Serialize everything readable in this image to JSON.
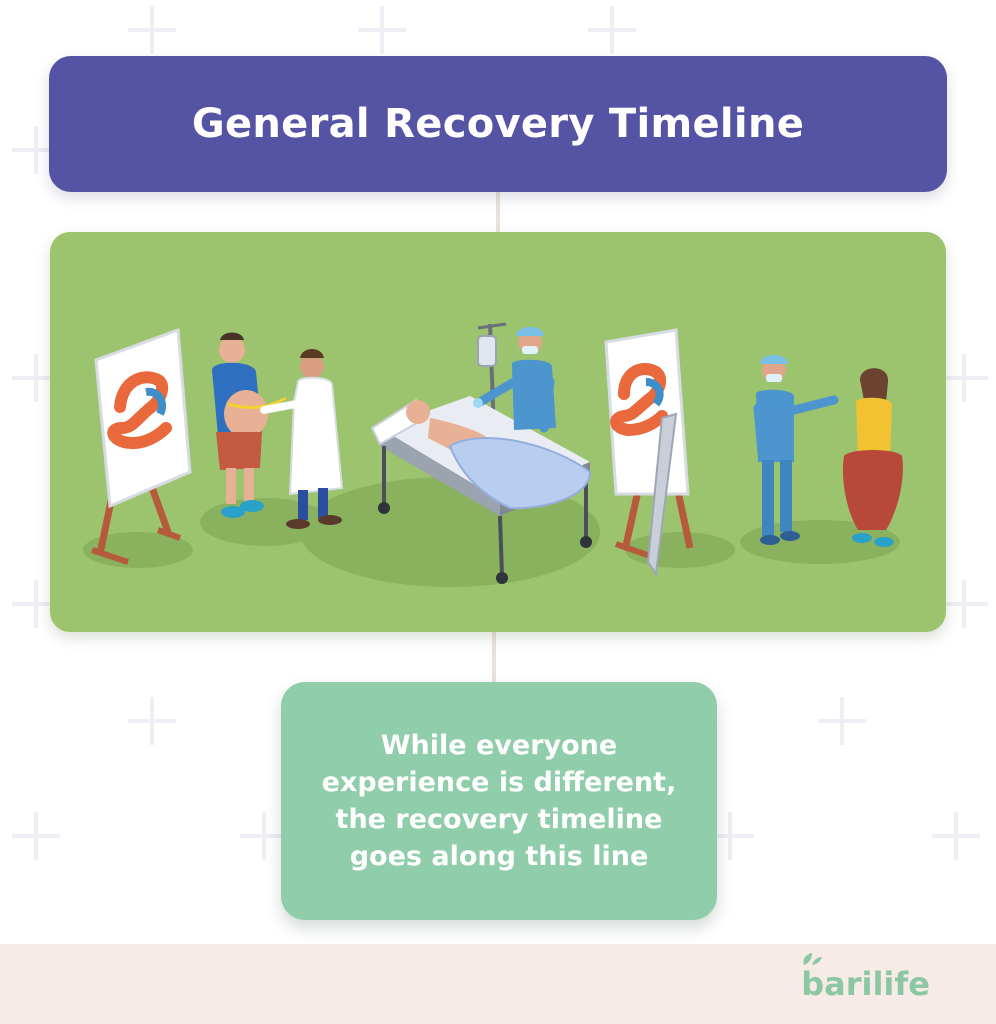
{
  "header": {
    "title": "General Recovery Timeline"
  },
  "illustration": {
    "scenes": [
      "stomach-diagram-board",
      "patient-measured-by-doctor",
      "patient-in-hospital-bed-with-surgeon",
      "stomach-diagram-board-with-scalpel",
      "surgeon-with-slimmed-patient"
    ]
  },
  "note": {
    "lines": [
      "While everyone",
      "experience is different,",
      "the recovery timeline",
      "goes along this line"
    ]
  },
  "footer": {
    "logo_text": "barilife"
  },
  "colors": {
    "title_bg": "#5553a4",
    "illustration_bg": "#9cc46f",
    "note_bg": "#90cdaa",
    "footer_bg": "#f6ebe7",
    "logo": "#8cc7a4"
  }
}
